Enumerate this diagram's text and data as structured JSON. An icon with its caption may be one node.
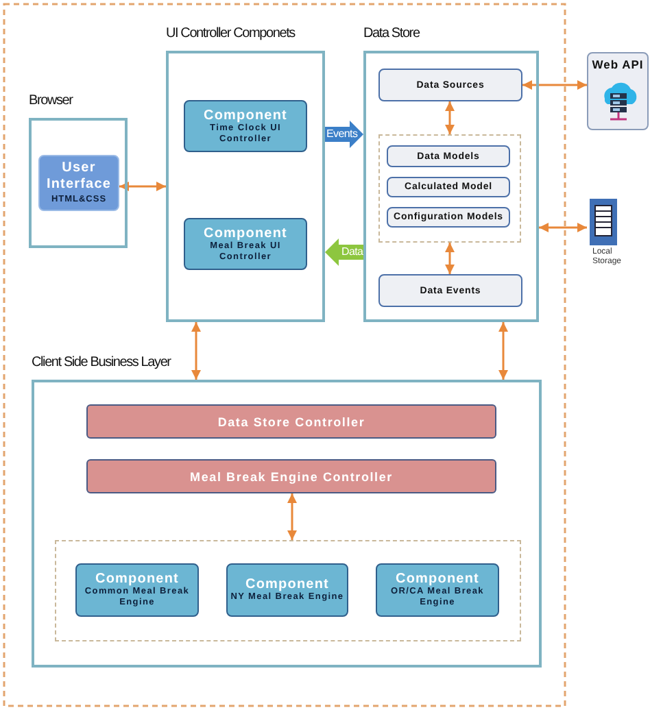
{
  "diagram": {
    "nodes": [
      {
        "text": [
          "Browser"
        ]
      },
      {
        "text": [
          "User Interface",
          "HTML&CSS"
        ],
        "in": 0
      },
      {
        "text": [
          "UI Controller Componets"
        ]
      },
      {
        "text": [
          "Component",
          "Time Clock UI Controller"
        ],
        "in": 2
      },
      {
        "text": [
          "Component",
          "Meal Break UI Controller"
        ],
        "in": 2
      },
      {
        "text": [
          "Data Store"
        ]
      },
      {
        "text": [
          "Data Sources"
        ],
        "in": 5
      },
      {
        "text": [],
        "shape": "box",
        "in": 5
      },
      {
        "text": [
          "Data Models"
        ],
        "in": 7
      },
      {
        "text": [
          "Calculated Model"
        ],
        "in": 7
      },
      {
        "text": [
          "Configuration Models"
        ],
        "in": 7
      },
      {
        "text": [
          "Data Events"
        ],
        "in": 5
      },
      {
        "text": [
          "Web API"
        ]
      },
      {
        "text": [
          "Local Storage"
        ]
      },
      {
        "text": [
          "Client Side Business Layer"
        ]
      },
      {
        "text": [
          "Data Store Controller"
        ],
        "in": 14
      },
      {
        "text": [
          "Meal Break Engine Controller"
        ],
        "in": 14
      },
      {
        "text": [],
        "shape": "box",
        "in": 14
      },
      {
        "text": [
          "Component",
          "Common Meal Break Engine"
        ],
        "in": 17
      },
      {
        "text": [
          "Component",
          "NY Meal Break Engine"
        ],
        "in": 17
      },
      {
        "text": [
          "Component",
          "OR/CA Meal Break Engine"
        ],
        "in": 17
      }
    ],
    "edges": [
      {
        "from": 1,
        "to": 2,
        "arrow": "both"
      },
      {
        "from": 2,
        "to": 5,
        "arrow": "to",
        "label": "Events",
        "style": "thick",
        "color": "#3b7fc8"
      },
      {
        "from": 5,
        "to": 2,
        "arrow": "to",
        "label": "Data",
        "style": "thick",
        "color": "#8dc63f"
      },
      {
        "from": 6,
        "to": 7,
        "arrow": "both"
      },
      {
        "from": 7,
        "to": 11,
        "arrow": "both"
      },
      {
        "from": 6,
        "to": 12,
        "arrow": "both"
      },
      {
        "from": 5,
        "to": 13,
        "arrow": "both"
      },
      {
        "from": 2,
        "to": 14,
        "arrow": "both"
      },
      {
        "from": 5,
        "to": 14,
        "arrow": "both"
      },
      {
        "from": 16,
        "to": 17,
        "arrow": "both"
      }
    ]
  }
}
